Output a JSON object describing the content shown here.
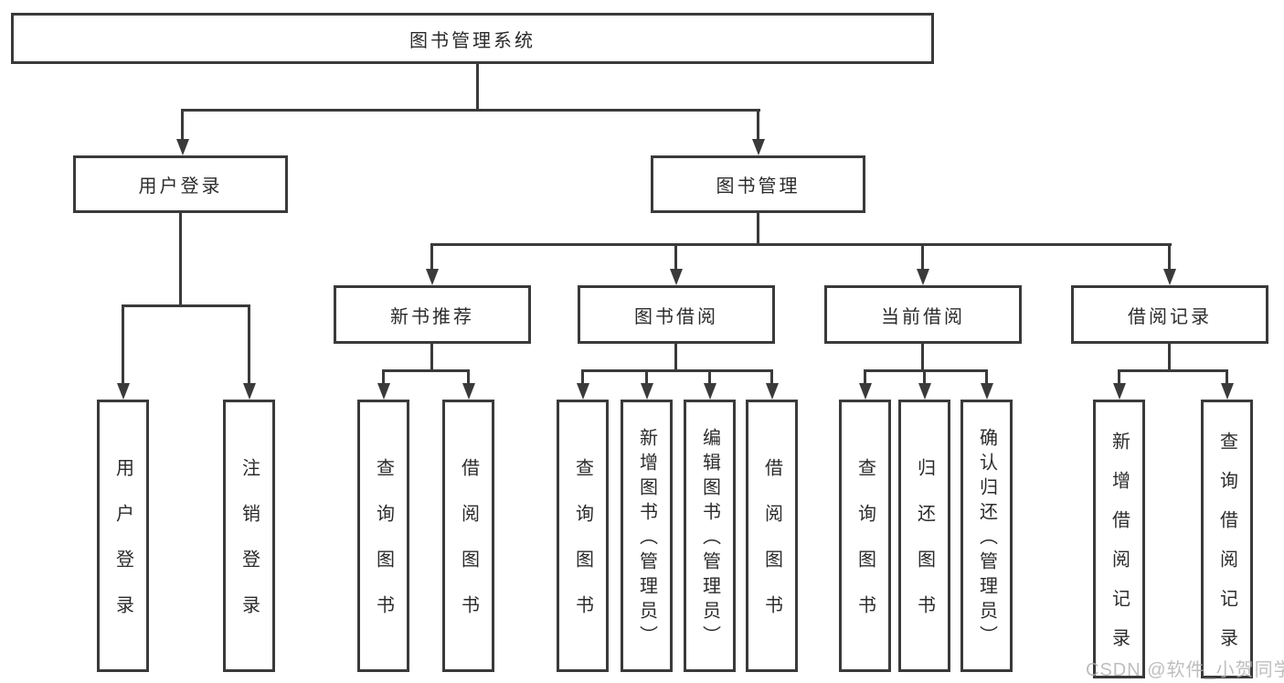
{
  "diagram": {
    "root_label": "图书管理系统",
    "level2": [
      {
        "label": "用户登录",
        "children": [
          "用户登录",
          "注销登录"
        ]
      },
      {
        "label": "图书管理"
      }
    ],
    "level3": [
      {
        "label": "新书推荐",
        "children": [
          "查询图书",
          "借阅图书"
        ]
      },
      {
        "label": "图书借阅",
        "children": [
          "查询图书",
          "新增图书（管理员）",
          "编辑图书（管理员）",
          "借阅图书"
        ]
      },
      {
        "label": "当前借阅",
        "children": [
          "查询图书",
          "归还图书",
          "确认归还（管理员）"
        ]
      },
      {
        "label": "借阅记录",
        "children": [
          "新增借阅记录",
          "查询借阅记录"
        ]
      }
    ]
  },
  "watermark": {
    "text": "CSDN @软件_小贺同学"
  },
  "colors": {
    "line": "#3a3a3a",
    "text": "#2b2b2b",
    "watermark_text": "#b3b3b3",
    "canvas_background": "#ffffff"
  }
}
